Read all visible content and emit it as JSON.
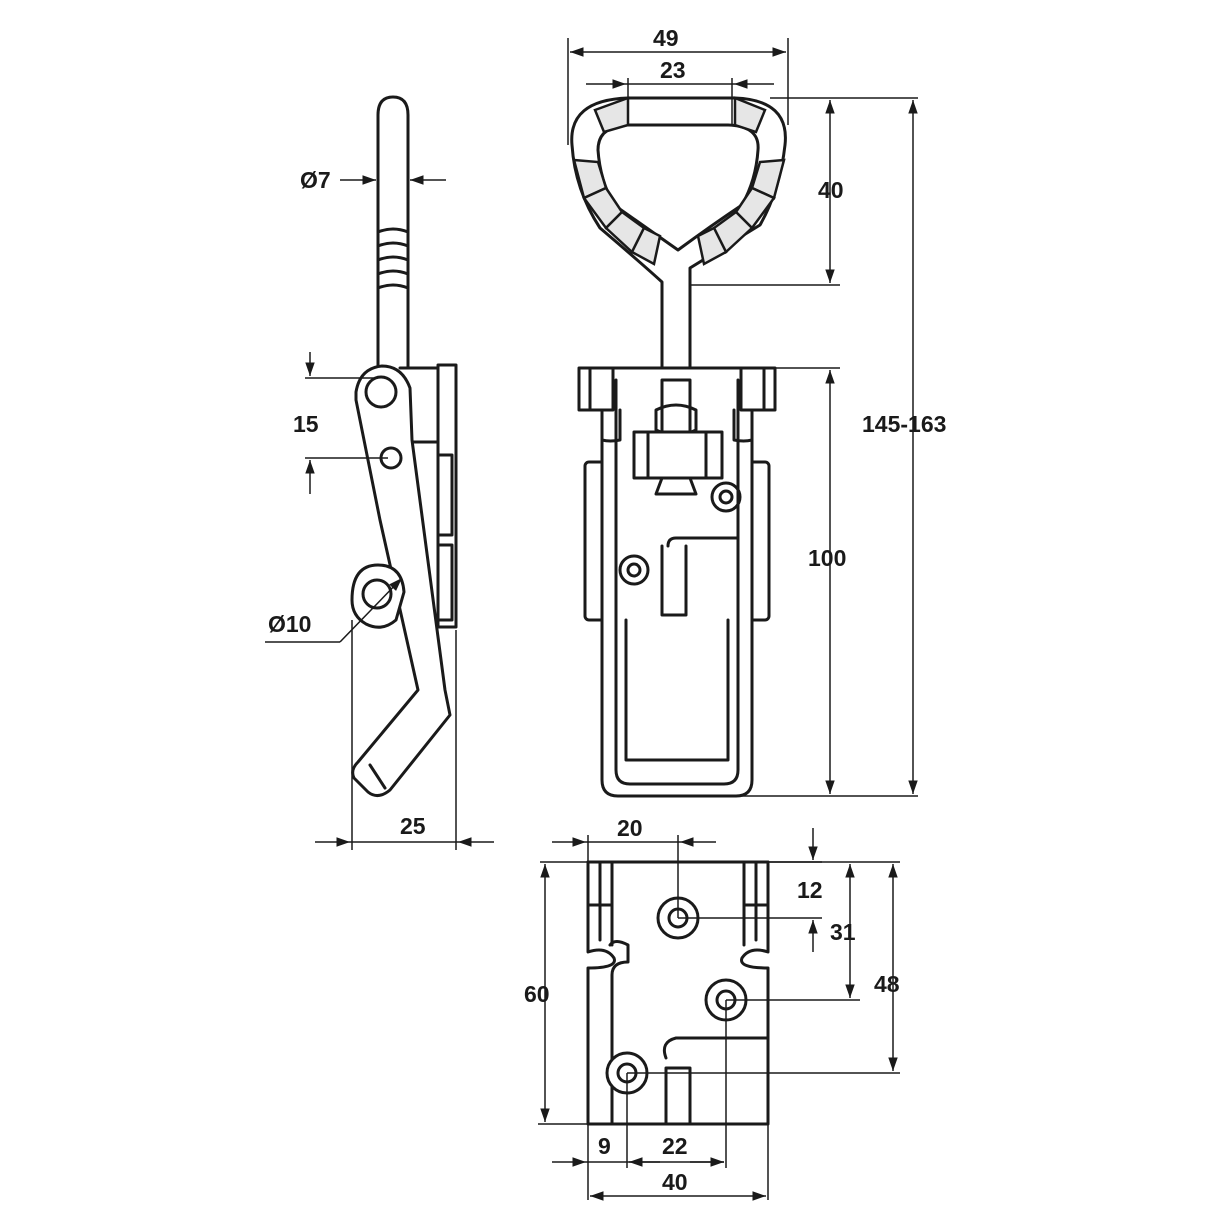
{
  "dimensions": {
    "handle_diameter": "Ø7",
    "pivot_offset": "15",
    "hook_diameter": "Ø10",
    "side_depth": "25",
    "handle_width": "49",
    "handle_inner_width": "23",
    "handle_height": "40",
    "total_length": "145-163",
    "body_length": "100",
    "hole_pitch": "20",
    "hole_top_offset": "12",
    "hole_second_offset": "31",
    "base_hole_span": "48",
    "base_height": "60",
    "hole_left_offset": "9",
    "hole_mid_pitch": "22",
    "base_width": "40"
  },
  "colors": {
    "line": "#1a1a1a",
    "grip": "#e6e6e6",
    "background": "#ffffff"
  }
}
